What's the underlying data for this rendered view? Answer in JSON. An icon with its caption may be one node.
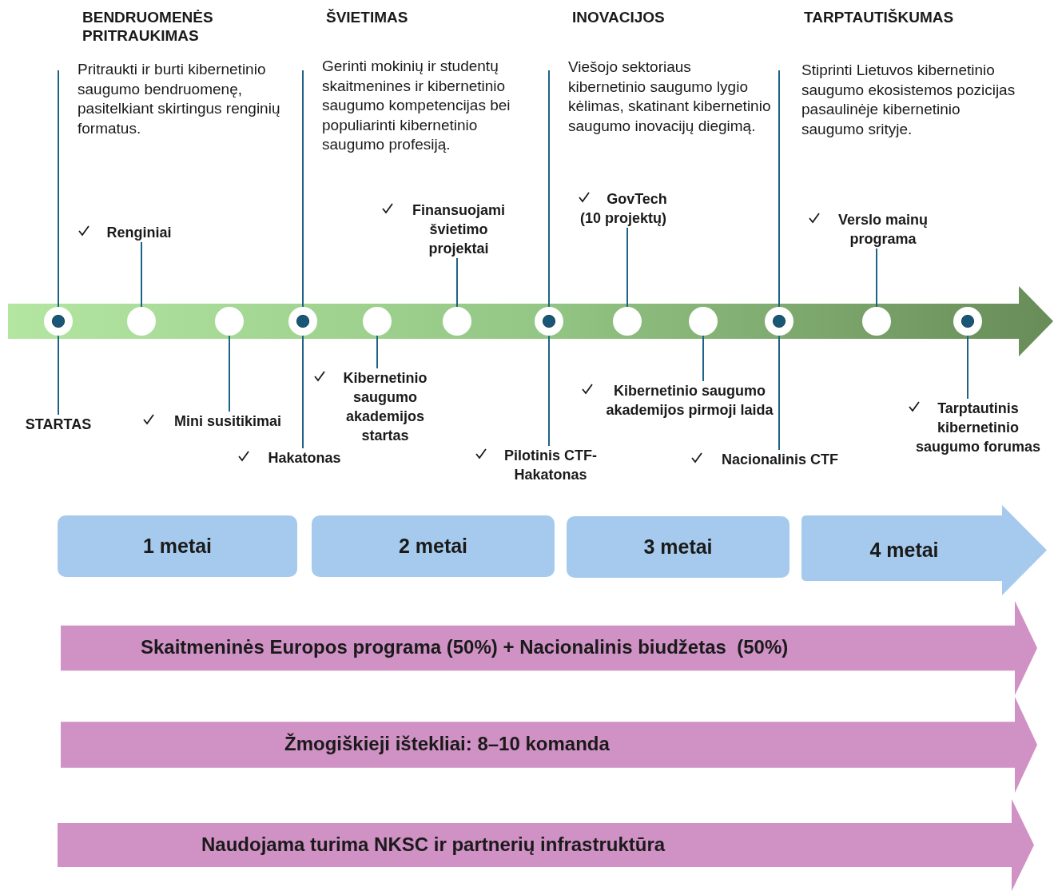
{
  "diagram": {
    "nodes": [
      {
        "text": [],
        "shape": "circle"
      },
      {
        "text": [],
        "shape": "circle"
      },
      {
        "text": [],
        "shape": "circle"
      },
      {
        "text": [],
        "shape": "circle"
      },
      {
        "text": [],
        "shape": "circle"
      },
      {
        "text": [],
        "shape": "circle"
      },
      {
        "text": [],
        "shape": "circle"
      },
      {
        "text": [],
        "shape": "circle"
      },
      {
        "text": [],
        "shape": "circle"
      },
      {
        "text": [],
        "shape": "circle"
      },
      {
        "text": [],
        "shape": "circle"
      },
      {
        "text": [],
        "shape": "circle"
      },
      {
        "text": [
          "STARTAS"
        ]
      },
      {
        "text": [
          "Renginiai"
        ]
      },
      {
        "text": [
          "Mini susitikimai"
        ]
      },
      {
        "text": [
          "Hakatonas"
        ]
      },
      {
        "text": [
          "Kibernetinio saugumo akademijos startas"
        ]
      },
      {
        "text": [
          "Finansuojami švietimo projektai"
        ]
      },
      {
        "text": [
          "Pilotinis CTF- Hakatonas"
        ]
      },
      {
        "text": [
          "GovTech (10 projektų)"
        ]
      },
      {
        "text": [
          "Kibernetinio saugumo akademijos pirmoji laida"
        ]
      },
      {
        "text": [
          "Nacionalinis CTF"
        ]
      },
      {
        "text": [
          "Verslo mainų programa"
        ]
      },
      {
        "text": [
          "Tarptautinis kibernetinio saugumo forumas"
        ]
      },
      {
        "text": [
          "1 metai"
        ]
      },
      {
        "text": [
          "2 metai"
        ]
      },
      {
        "text": [
          "3 metai"
        ]
      },
      {
        "text": [
          "4 metai"
        ]
      },
      {
        "text": [
          "Skaitmeninės Europos programa (50%) + Nacionalinis biudžetas  (50%)"
        ]
      },
      {
        "text": [
          "Žmogiškieji ištekliai: 8–10 komanda"
        ]
      },
      {
        "text": [
          "Naudojama turima NKSC ir partnerių infrastruktūra"
        ]
      }
    ],
    "edges": [
      {
        "from": 12,
        "to": 0,
        "arrow": "none"
      },
      {
        "from": 13,
        "to": 1,
        "arrow": "none"
      },
      {
        "from": 14,
        "to": 2,
        "arrow": "none"
      },
      {
        "from": 15,
        "to": 3,
        "arrow": "none"
      },
      {
        "from": 16,
        "to": 4,
        "arrow": "none"
      },
      {
        "from": 17,
        "to": 5,
        "arrow": "none"
      },
      {
        "from": 18,
        "to": 6,
        "arrow": "none"
      },
      {
        "from": 19,
        "to": 7,
        "arrow": "none"
      },
      {
        "from": 20,
        "to": 8,
        "arrow": "none"
      },
      {
        "from": 21,
        "to": 9,
        "arrow": "none"
      },
      {
        "from": 22,
        "to": 10,
        "arrow": "none"
      },
      {
        "from": 23,
        "to": 11,
        "arrow": "none"
      }
    ],
    "labels": [
      "BENDRUOMENĖS PRITRAUKIMAS",
      "Pritraukti ir burti kibernetinio saugumo bendruomenę, pasitelkiant skirtingus renginių formatus.",
      "ŠVIETIMAS",
      "Gerinti mokinių ir studentų skaitmenines ir kibernetinio saugumo kompetencijas bei populiarinti kibernetinio saugumo profesiją.",
      "INOVACIJOS",
      "Viešojo sektoriaus kibernetinio saugumo lygio kėlimas, skatinant kibernetinio saugumo inovacijų diegimą.",
      "TARPTAUTIŠKUMAS",
      "Stiprinti Lietuvos kibernetinio saugumo ekosistemos pozicijas pasaulinėje kibernetinio saugumo srityje."
    ]
  }
}
